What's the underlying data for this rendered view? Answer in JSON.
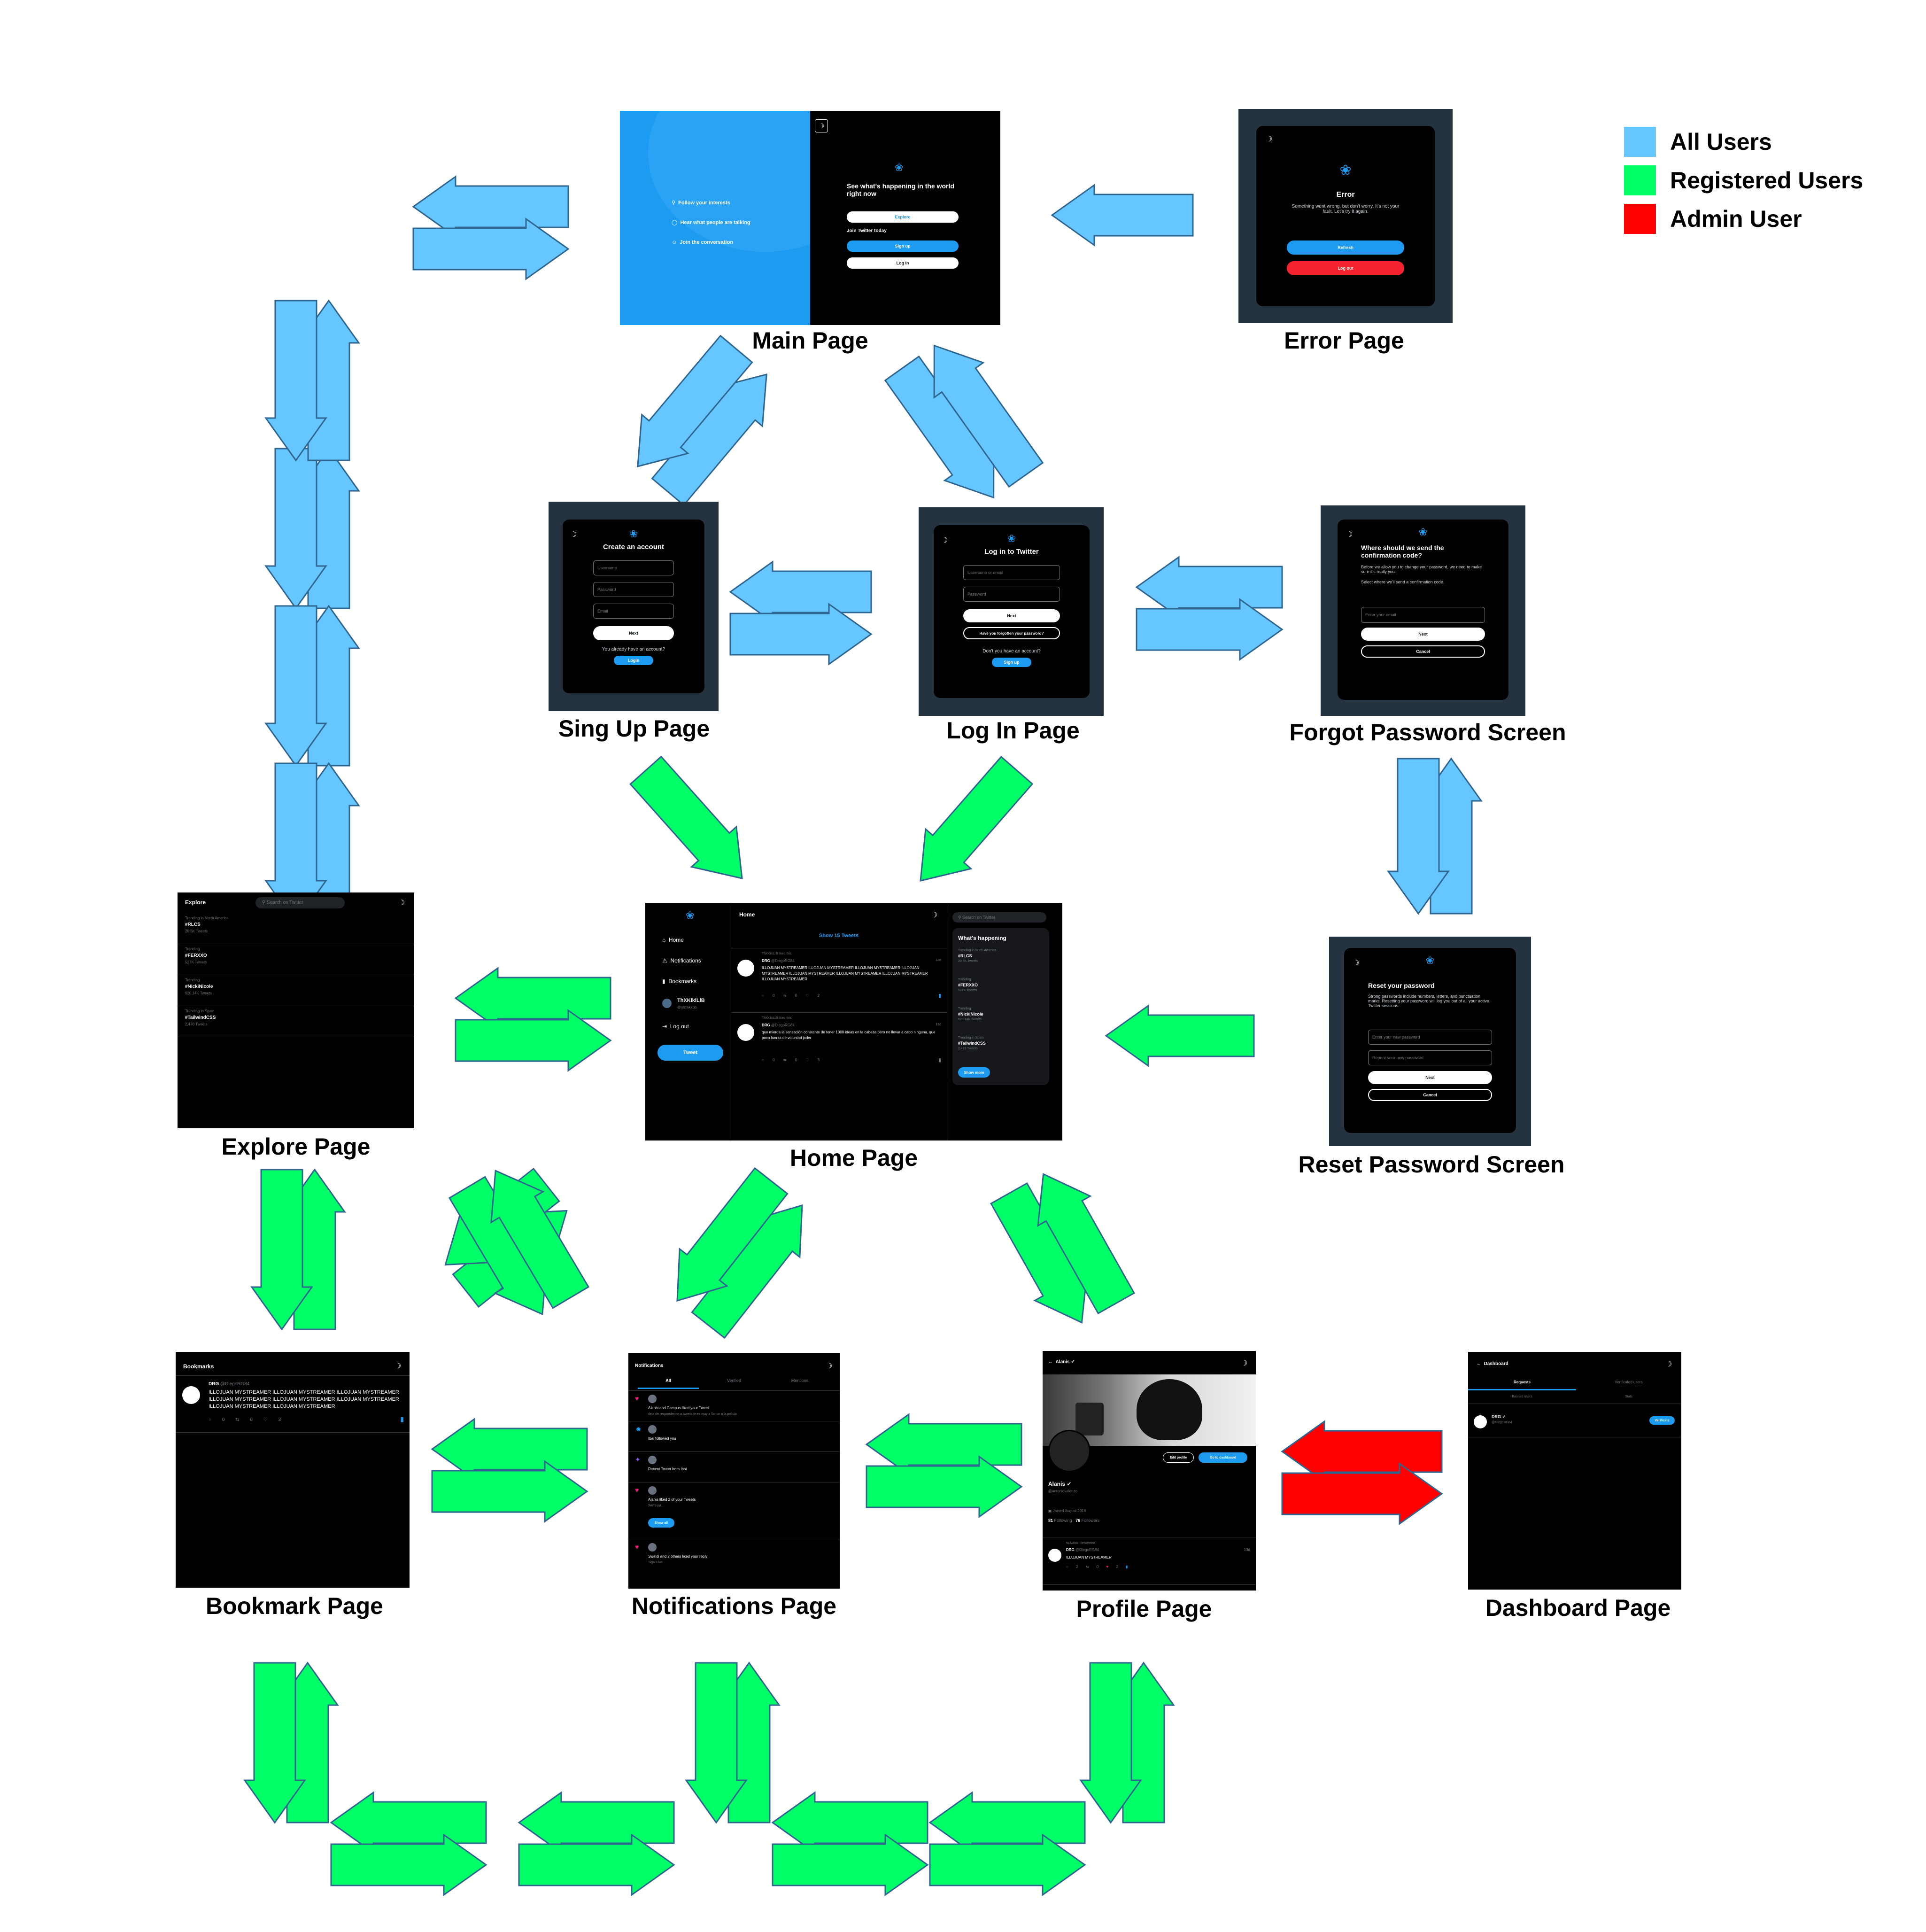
{
  "legend": [
    {
      "label": "All Users",
      "color": "#66c6ff"
    },
    {
      "label": "Registered Users",
      "color": "#00ff66"
    },
    {
      "label": "Admin User",
      "color": "#ff0000"
    }
  ],
  "pages": {
    "main": {
      "caption": "Main Page",
      "left_items": [
        "Follow your interests",
        "Hear what people are talking",
        "Join the conversation"
      ],
      "headline": "See what's happening in the world right now",
      "explore": "Explore",
      "join": "Join Twitter today",
      "signup": "Sign up",
      "login": "Log in"
    },
    "error": {
      "caption": "Error Page",
      "title": "Error",
      "body": "Something went wrong, but don't worry. It's not your fault. Let's try it again.",
      "refresh": "Refresh",
      "logout": "Log out"
    },
    "signup": {
      "caption": "Sing Up Page",
      "title": "Create an account",
      "username": "Username",
      "password": "Password",
      "email": "Email",
      "next": "Next",
      "have_account": "You already have an account?",
      "login": "Login"
    },
    "login": {
      "caption": "Log In Page",
      "title": "Log in to Twitter",
      "username": "Username or email",
      "password": "Password",
      "next": "Next",
      "forgot": "Have you forgotten your password?",
      "no_account": "Don't you have an account?",
      "signup": "Sign up"
    },
    "forgot": {
      "caption": "Forgot Password Screen",
      "title": "Where should we send the confirmation code?",
      "body": "Before we allow you to change your password, we need to make sure it's really you.",
      "select": "Select where we'll send a confirmation code.",
      "email": "Enter your email",
      "next": "Next",
      "cancel": "Cancel"
    },
    "reset": {
      "caption": "Reset Password Screen",
      "title": "Reset your password",
      "body": "Strong passwords include numbers, letters, and punctuation marks. Resetting your password will log you out of all your active Twitter sessions.",
      "new_pw": "Enter your new password",
      "repeat_pw": "Repeat your new password",
      "next": "Next",
      "cancel": "Cancel"
    },
    "explore": {
      "caption": "Explore Page",
      "title": "Explore",
      "search": "Search on Twitter",
      "trends": [
        {
          "context": "Trending in North America",
          "name": "#RLCS",
          "count": "20.5K Tweets"
        },
        {
          "context": "Trending",
          "name": "#FERXXO",
          "count": "527K Tweets"
        },
        {
          "context": "Trending",
          "name": "#NickiNicole",
          "count": "620.14K Tweets"
        },
        {
          "context": "Trending in Spain",
          "name": "#TailwindCSS",
          "count": "2,478 Tweets"
        }
      ]
    },
    "home": {
      "caption": "Home Page",
      "nav": [
        "Home",
        "Notifications",
        "Bookmarks"
      ],
      "user_name": "ThXKikiLiB",
      "user_handle": "@slzmkkbb",
      "logout": "Log out",
      "tweet_btn": "Tweet",
      "header": "Home",
      "show_tweets": "Show 15 Tweets",
      "search": "Search on Twitter",
      "happening": "What's happening",
      "show_more": "Show more",
      "tweets": [
        {
          "liked": "ThXKikiLiB liked this",
          "name": "DRG",
          "handle": "@DiegoRG84",
          "time": "13d",
          "text": "ILLOJUAN MYSTREAMER ILLOJUAN MYSTREAMER ILLOJUAN MYSTREAMER ILLOJUAN MYSTREAMER ILLOJUAN MYSTREAMER ILLOJUAN MYSTREAMER ILLOJUAN MYSTREAMER ILLOJUAN MYSTREAMER",
          "stats": [
            "0",
            "0",
            "2"
          ]
        },
        {
          "liked": "ThXKikiLiB liked this",
          "name": "DRG",
          "handle": "@DiegoRG84",
          "time": "13d",
          "text": "que mierda la sensación constante de tener 1000 ideas en la cabeza pero no llevar a cabo ninguna, que poca fuerza de voluntad joder",
          "stats": [
            "0",
            "0",
            "3"
          ]
        }
      ],
      "trends": [
        {
          "context": "Trending in North America",
          "name": "#RLCS",
          "count": "20.5K Tweets"
        },
        {
          "context": "Trending",
          "name": "#FERXXO",
          "count": "527K Tweets"
        },
        {
          "context": "Trending",
          "name": "#NickiNicole",
          "count": "620.14K Tweets"
        },
        {
          "context": "Trending in Spain",
          "name": "#TailwindCSS",
          "count": "2,478 Tweets"
        }
      ]
    },
    "bookmarks": {
      "caption": "Bookmark Page",
      "title": "Bookmarks",
      "name": "DRG",
      "handle": "@DiegoRG84",
      "text": "ILLOJUAN MYSTREAMER ILLOJUAN MYSTREAMER ILLOJUAN MYSTREAMER ILLOJUAN MYSTREAMER ILLOJUAN MYSTREAMER ILLOJUAN MYSTREAMER ILLOJUAN MYSTREAMER ILLOJUAN MYSTREAMER",
      "stats": [
        "0",
        "0",
        "3"
      ]
    },
    "notifications": {
      "caption": "Notifications Page",
      "title": "Notifications",
      "tabs": [
        "All",
        "Verified",
        "Mentions"
      ],
      "items": [
        {
          "text": "Alanis and Campus liked your Tweet",
          "sub": "deja de responderme a tweets te es muy a llamar a la policía"
        },
        {
          "text": "Ibai followed you",
          "sub": ""
        },
        {
          "text": "Recent Tweet from Ibai",
          "sub": ""
        },
        {
          "text": "Alanis liked 2 of your Tweets",
          "sub": "We're pa..."
        },
        {
          "text": "Swaldi and 2 others liked your reply",
          "sub": "Siga a las"
        }
      ],
      "show_all": "Show all"
    },
    "profile": {
      "caption": "Profile Page",
      "title": "Alanis",
      "edit": "Edit profile",
      "dashboard": "Go to dashboard",
      "name": "Alanis",
      "handle": "@antoniovalenzo",
      "joined": "Joined August 2018",
      "following": "81",
      "following_label": "Following",
      "followers": "76",
      "followers_label": "Followers",
      "retweeted": "Alanis Retweeted",
      "tweet_name": "DRG",
      "tweet_handle": "@DiegoRG84",
      "tweet_time": "13d",
      "tweet_text": "ILLOJUAN MYSTREAMER",
      "stats": [
        "2",
        "0",
        "2"
      ]
    },
    "dashboard": {
      "caption": "Dashboard Page",
      "title": "Dashboard",
      "tabs": [
        "Requests",
        "Verificated users"
      ],
      "subtabs": [
        "Banned users",
        "Stats"
      ],
      "name": "DRG",
      "handle": "@DiegoRG84",
      "verify": "Verificate"
    }
  }
}
